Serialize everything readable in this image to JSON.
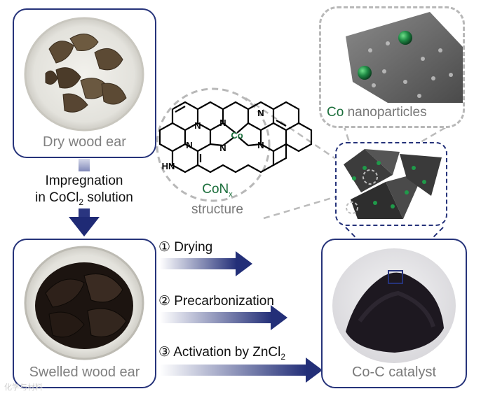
{
  "panels": {
    "dry": {
      "caption": "Dry wood ear"
    },
    "swelled": {
      "caption": "Swelled wood ear"
    },
    "catalyst": {
      "caption": "Co-C catalyst"
    }
  },
  "impregnation": {
    "line1": "Impregnation",
    "line2_prefix": "in CoCl",
    "line2_sub": "2",
    "line2_suffix": " solution"
  },
  "steps": {
    "drying": "① Drying",
    "precarbonization": "② Precarbonization",
    "activation_prefix": "③ Activation by ZnCl",
    "activation_sub": "2"
  },
  "structure": {
    "atoms": {
      "n1": "N",
      "n2": "N",
      "n3": "N",
      "n4": "N",
      "n5": "N",
      "n6": "N",
      "co": "Co",
      "hn": "HN"
    },
    "label_main": "CoN",
    "label_sub": "x",
    "label_line2": "structure"
  },
  "nanoparticles": {
    "co": "Co",
    "rest": " nanoparticles"
  },
  "watermark": "化学与材料",
  "colors": {
    "frame_blue": "#26337a",
    "co_green": "#1b6e3b",
    "caption_grey": "#808080",
    "dashed_grey": "#bbbbbb"
  }
}
